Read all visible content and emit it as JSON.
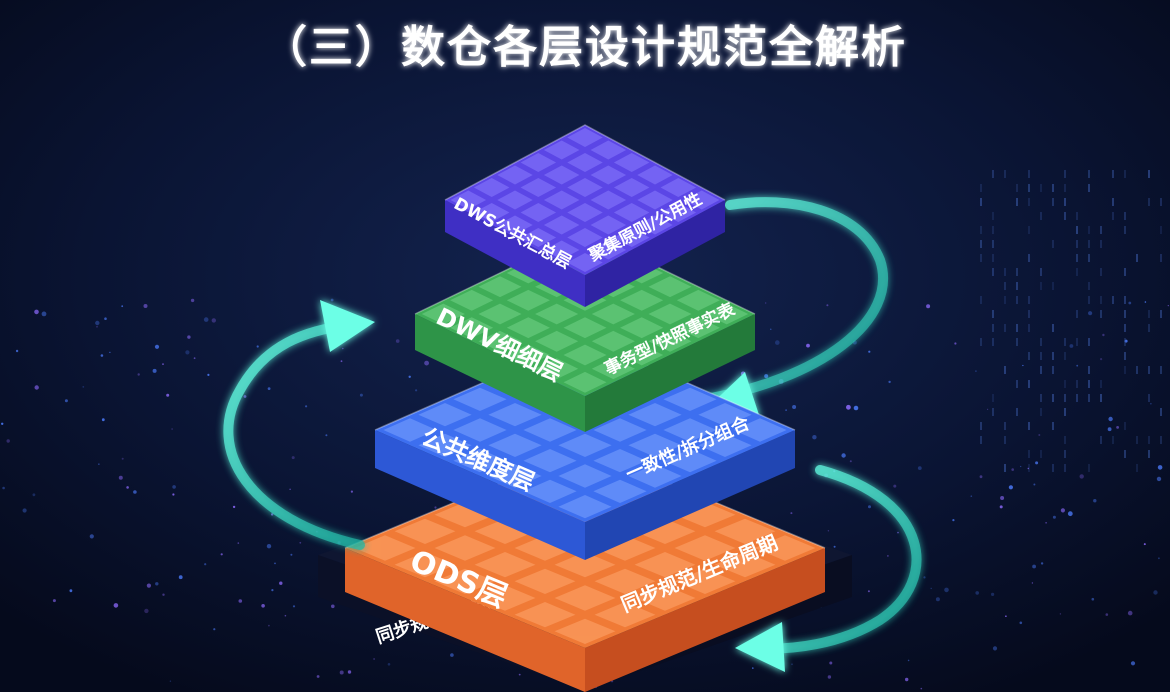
{
  "title": "（三）数仓各层设计规范全解析",
  "layers": [
    {
      "id": "dws",
      "name": "DWS公共汇总层",
      "tag": "聚集原则/公用性",
      "colors": {
        "top": "#5b46e6",
        "left": "#3f2fc4",
        "right": "#2f23a3",
        "grid": "#8a7cff"
      }
    },
    {
      "id": "dwv",
      "name": "DWV细细层",
      "tag": "事务型/快照事实表",
      "colors": {
        "top": "#3fae58",
        "left": "#2e9448",
        "right": "#237a3a",
        "grid": "#72d489"
      }
    },
    {
      "id": "dim",
      "name": "公共维度层",
      "tag": "一致性/拆分组合",
      "colors": {
        "top": "#3d6ff0",
        "left": "#2d58d6",
        "right": "#2146b3",
        "grid": "#7ba2ff"
      }
    },
    {
      "id": "ods",
      "name": "ODS层",
      "tag": "同步规范/生命周期",
      "colors": {
        "top": "#f07a36",
        "left": "#e0642a",
        "right": "#c64e1f",
        "grid": "#ffa76e"
      }
    }
  ],
  "base": {
    "label": "同步规范/生命周期",
    "color": "#141a33"
  },
  "colors": {
    "background": "#070d24",
    "accent_glow": "#3ff0d0",
    "title_text": "#ffffff"
  },
  "icons": {
    "arrow": "curved-arrow-icon"
  }
}
